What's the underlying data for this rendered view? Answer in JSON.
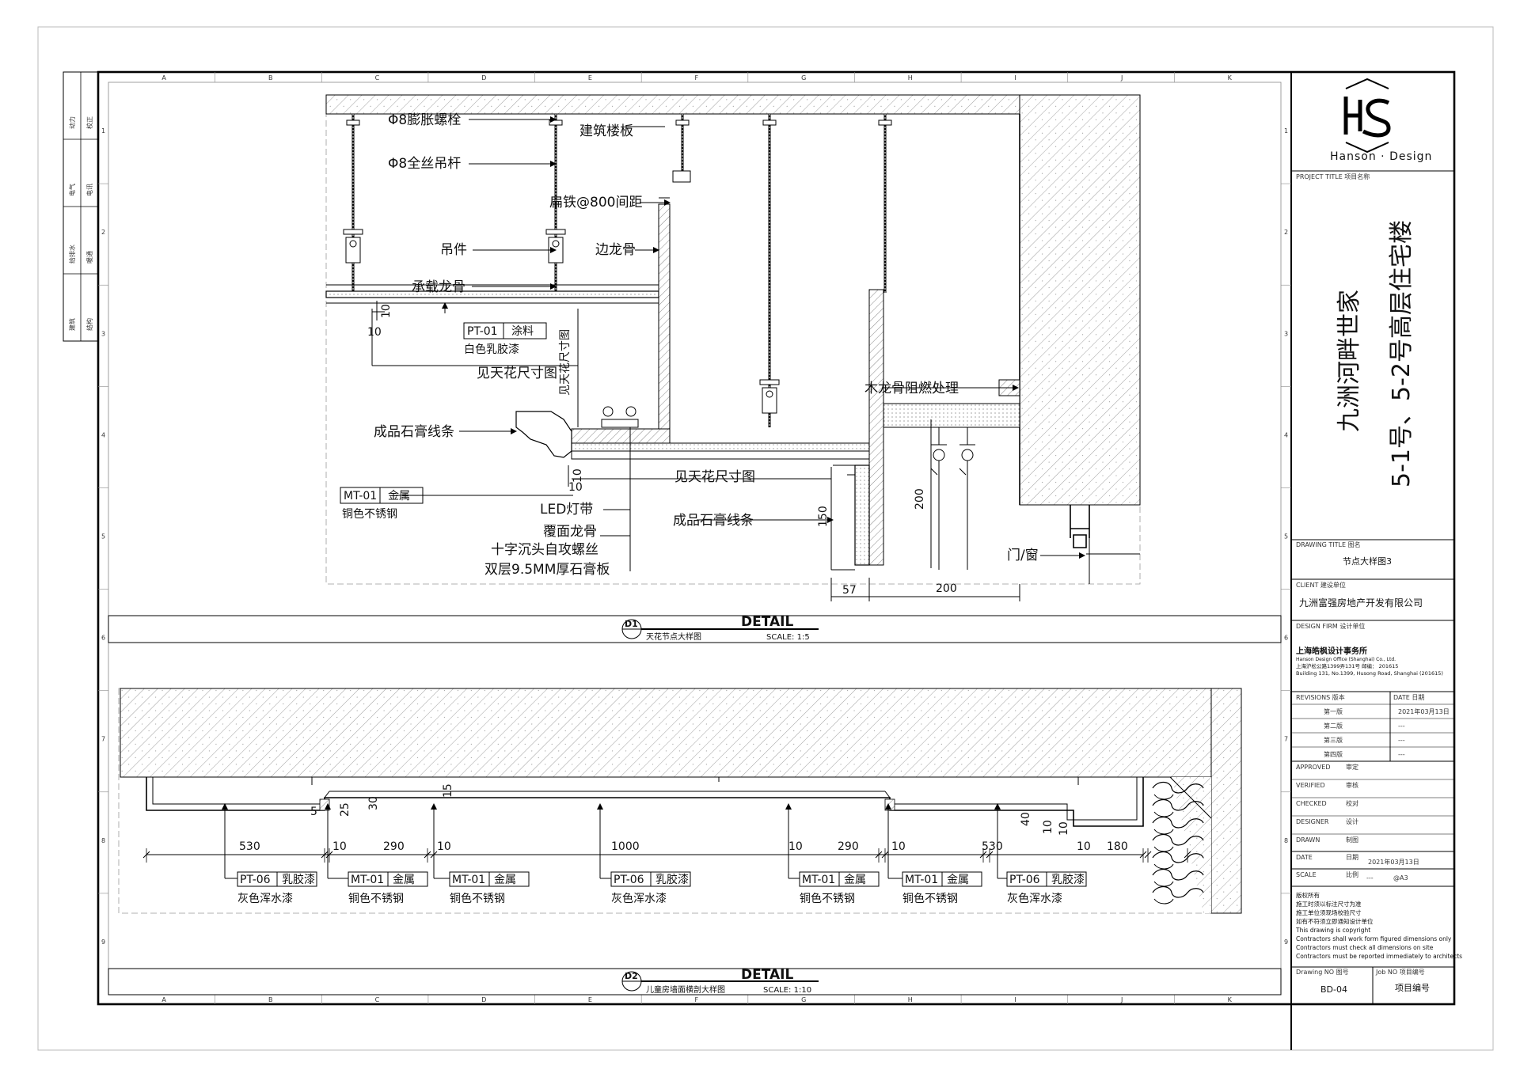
{
  "title_block": {
    "brand": "Hanson · Design",
    "project_title_label": "PROJECT TITLE  项目名称",
    "project_line1": "九洲河畔世家",
    "project_line2": "5-1号、5-2号高层住宅楼",
    "drawing_title_label": "DRAWING TITLE  图名",
    "drawing_title": "节点大样图3",
    "client_label": "CLIENT  建设单位",
    "client": "九洲富强房地产开发有限公司",
    "design_firm_label": "DESIGN FIRM  设计单位",
    "firm_name": "上海皓枫设计事务所",
    "firm_en": "Hanson Design Office (Shanghai) Co., Ltd.",
    "firm_addr_cn": "上海沪松公路1399弄131号  邮编：  201615",
    "firm_addr_en": "Building 131, No.1399, Husong Road,  Shanghai (201615)",
    "revisions_label": "REVISIONS  版本",
    "date_label": "DATE  日期",
    "revisions": [
      {
        "name": "第一版",
        "date": "2021年03月13日"
      },
      {
        "name": "第二版",
        "date": "---"
      },
      {
        "name": "第三版",
        "date": "---"
      },
      {
        "name": "第四版",
        "date": "---"
      }
    ],
    "roles": [
      {
        "en": "APPROVED",
        "cn": "审定"
      },
      {
        "en": "VERIFIED",
        "cn": "审核"
      },
      {
        "en": "CHECKED",
        "cn": "校对"
      },
      {
        "en": "DESIGNER",
        "cn": "设计"
      },
      {
        "en": "DRAWN",
        "cn": "制图"
      }
    ],
    "date_row_en": "DATE",
    "date_row_cn": "日期",
    "date_row_value": "2021年03月13日",
    "scale_en": "SCALE",
    "scale_cn": "比例",
    "scale_value": "---",
    "paper_value": "@A3",
    "notes": [
      "版权所有",
      "施工时须以标注尺寸为准",
      "施工单位须现场校验尺寸",
      "如有不符须立即通知设计单位",
      "This drawing is copyright",
      "Contractors shall work form figured dimensions only",
      "Contractors must check all dimensions on site",
      "Contractors must be reported immediately to architects"
    ],
    "drawing_no_label": "Drawing NO  图号",
    "drawing_no": "BD-04",
    "job_no_label": "Job NO  项目编号",
    "job_no": "项目编号"
  },
  "side_table": [
    [
      "动力",
      "校正"
    ],
    [
      "电气",
      "电讯"
    ],
    [
      "给排水",
      "暖通"
    ],
    [
      "建筑",
      "结构"
    ]
  ],
  "grid": {
    "cols": [
      "A",
      "B",
      "C",
      "D",
      "E",
      "F",
      "G",
      "H",
      "I",
      "J",
      "K"
    ],
    "rows": [
      "1",
      "2",
      "3",
      "4",
      "5",
      "6",
      "7",
      "8",
      "9"
    ]
  },
  "detail1": {
    "num": "D1",
    "word": "DETAIL",
    "caption": "天花节点大样图",
    "scale": "SCALE:  1:5",
    "labels": {
      "bolt": "Φ8膨胀螺栓",
      "rod": "Φ8全丝吊杆",
      "slab": "建筑楼板",
      "flat_iron": "扁铁@800间距",
      "hanger": "吊件",
      "edge_keel": "边龙骨",
      "main_keel": "承载龙骨",
      "wood_keel": "木龙骨阻燃处理",
      "see_ceiling_v": "见天花尺寸图",
      "see_ceiling_1": "见天花尺寸图",
      "see_ceiling_2": "见天花尺寸图",
      "gypsum_line_1": "成品石膏线条",
      "gypsum_line_2": "成品石膏线条",
      "led": "LED灯带",
      "cover_keel": "覆面龙骨",
      "screw": "十字沉头自攻螺丝",
      "board": "双层9.5MM厚石膏板",
      "door_window": "门/窗",
      "white_latex": "白色乳胶漆",
      "copper_steel": "铜色不锈钢"
    },
    "tags": {
      "pt01_code": "PT-01",
      "pt01_mat": "涂料",
      "mt01_code": "MT-01",
      "mt01_mat": "金属"
    },
    "dims": {
      "d10a": "10",
      "d10b": "10",
      "d10c": "10",
      "d10d": "10",
      "d150": "150",
      "d200v": "200",
      "d57": "57",
      "d200h": "200"
    }
  },
  "detail2": {
    "num": "D2",
    "word": "DETAIL",
    "caption": "儿童房墙面横剖大样图",
    "scale": "SCALE:  1:10",
    "dims_bottom": [
      "530",
      "10",
      "290",
      "10",
      "1000",
      "10",
      "290",
      "10",
      "530",
      "10",
      "180"
    ],
    "dims_small": [
      "5",
      "25",
      "30",
      "15",
      "40",
      "10",
      "10"
    ],
    "tags": [
      {
        "code": "PT-06",
        "mat": "乳胶漆",
        "desc": "灰色浑水漆"
      },
      {
        "code": "MT-01",
        "mat": "金属",
        "desc": "铜色不锈钢"
      },
      {
        "code": "MT-01",
        "mat": "金属",
        "desc": "铜色不锈钢"
      },
      {
        "code": "PT-06",
        "mat": "乳胶漆",
        "desc": "灰色浑水漆"
      },
      {
        "code": "MT-01",
        "mat": "金属",
        "desc": "铜色不锈钢"
      },
      {
        "code": "MT-01",
        "mat": "金属",
        "desc": "铜色不锈钢"
      },
      {
        "code": "PT-06",
        "mat": "乳胶漆",
        "desc": "灰色浑水漆"
      }
    ]
  }
}
